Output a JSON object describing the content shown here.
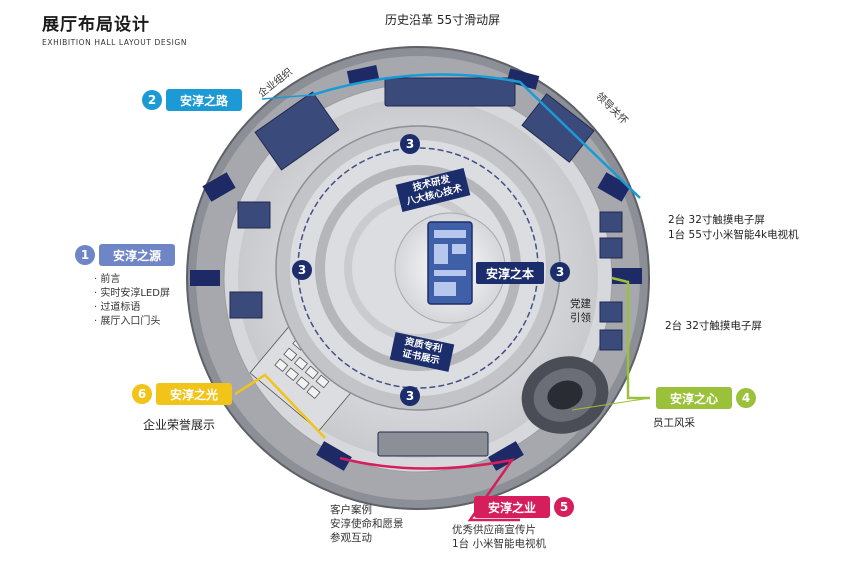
{
  "header": {
    "title": "展厅布局设计",
    "subtitle": "EXHIBITION HALL LAYOUT DESIGN"
  },
  "zones": {
    "z1": {
      "number": "1",
      "label": "安淳之源",
      "items": [
        "· 前言",
        "· 实时安淳LED屏",
        "· 过道标语",
        "· 展厅入口门头"
      ]
    },
    "z2": {
      "number": "2",
      "label": "安淳之路",
      "arc_text": "企业组织"
    },
    "z3": {
      "number": "3",
      "label": "安淳之本"
    },
    "z4": {
      "number": "4",
      "label": "安淳之心",
      "caption": "员工风采"
    },
    "z5": {
      "number": "5",
      "label": "安淳之业",
      "left_items": [
        "客户案例",
        "安淳使命和愿景",
        "参观互动"
      ],
      "right_items": [
        "优秀供应商宣传片",
        "1台 小米智能电视机"
      ]
    },
    "z6": {
      "number": "6",
      "label": "安淳之光",
      "caption": "企业荣誉展示"
    }
  },
  "labels": {
    "top": "历史沿革   55寸滑动屏",
    "leaders": "领导关怀",
    "screens_a_1": "2台 32寸触摸电子屏",
    "screens_a_2": "1台 55寸小米智能4k电视机",
    "party_1": "党建",
    "party_2": "引领",
    "screens_b": "2台 32寸触摸电子屏"
  },
  "inner_labels": {
    "tech_1": "技术研发",
    "tech_2": "八大核心技术",
    "patent_1": "资质专利",
    "patent_2": "证书展示",
    "inner_3": "3"
  },
  "colors": {
    "z1": "#6f86c6",
    "z2": "#1b9ad6",
    "z3": "#1c2d6b",
    "z4": "#9bc13a",
    "z5": "#d61e5c",
    "z6": "#f2c318"
  }
}
